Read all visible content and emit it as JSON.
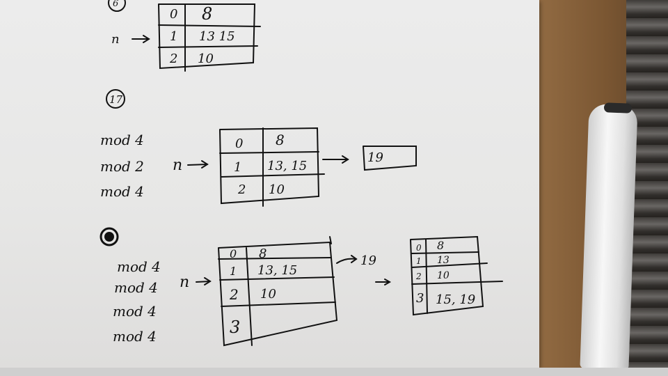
{
  "sections": [
    {
      "marker": "6",
      "pointer": "n",
      "table": [
        {
          "index": "0",
          "values": "8"
        },
        {
          "index": "1",
          "values": "13 15"
        },
        {
          "index": "2",
          "values": "10"
        }
      ]
    },
    {
      "marker": "17",
      "labels": [
        "mod 4",
        "mod 2",
        "mod 4"
      ],
      "pointer": "n",
      "table": [
        {
          "index": "0",
          "values": "8"
        },
        {
          "index": "1",
          "values": "13, 15"
        },
        {
          "index": "2",
          "values": "10"
        }
      ],
      "overflow": "19"
    },
    {
      "marker": "@",
      "labels": [
        "mod 4",
        "mod 4",
        "mod 4",
        "mod 4"
      ],
      "pointer": "n",
      "table": [
        {
          "index": "0",
          "values": "8"
        },
        {
          "index": "1",
          "values": "13, 15"
        },
        {
          "index": "2",
          "values": "10"
        },
        {
          "index": "3",
          "values": ""
        }
      ],
      "arrow_value": "19",
      "result_table": [
        {
          "index": "0",
          "values": "8"
        },
        {
          "index": "1",
          "values": "13"
        },
        {
          "index": "2",
          "values": "10"
        },
        {
          "index": "3",
          "values": "15, 19"
        }
      ]
    }
  ]
}
